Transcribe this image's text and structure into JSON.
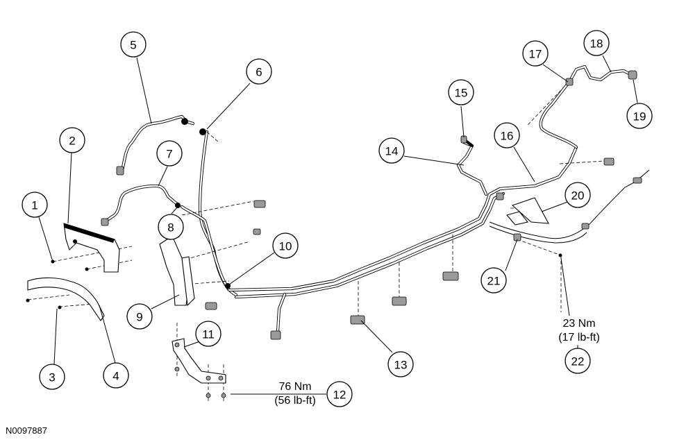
{
  "diagram": {
    "callouts": [
      "1",
      "2",
      "3",
      "4",
      "5",
      "6",
      "7",
      "8",
      "9",
      "10",
      "11",
      "12",
      "13",
      "14",
      "15",
      "16",
      "17",
      "18",
      "19",
      "20",
      "21",
      "22"
    ],
    "torque_specs": [
      {
        "callout": "12",
        "nm": "76 Nm",
        "lbft": "(56 lb-ft)"
      },
      {
        "callout": "22",
        "nm": "23 Nm",
        "lbft": "(17 lb-ft)"
      }
    ],
    "reference_number": "N0097887"
  }
}
